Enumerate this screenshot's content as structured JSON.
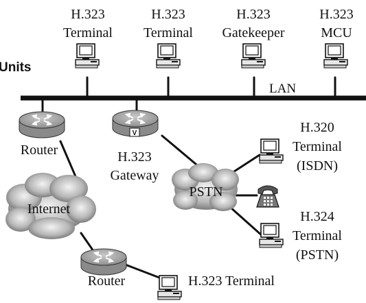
{
  "heading_fragment": "Units",
  "lan_label": "LAN",
  "devices": {
    "terminal_1": {
      "line1": "H.323",
      "line2": "Terminal",
      "icon": "computer-icon"
    },
    "terminal_2": {
      "line1": "H.323",
      "line2": "Terminal",
      "icon": "computer-icon"
    },
    "gatekeeper": {
      "line1": "H.323",
      "line2": "Gatekeeper",
      "icon": "computer-icon"
    },
    "mcu": {
      "line1": "H.323",
      "line2": "MCU",
      "icon": "computer-icon"
    },
    "router_top": {
      "label": "Router",
      "icon": "router-icon"
    },
    "gateway": {
      "line1": "H.323",
      "line2": "Gateway",
      "badge": "V",
      "icon": "router-icon"
    },
    "internet": {
      "label": "Internet",
      "icon": "cloud-icon"
    },
    "pstn": {
      "label": "PSTN",
      "icon": "cloud-icon"
    },
    "router_bottom": {
      "label": "Router",
      "icon": "router-icon"
    },
    "terminal_bottom": {
      "label": "H.323 Terminal",
      "icon": "computer-icon"
    },
    "h320": {
      "line1": "H.320",
      "line2": "Terminal",
      "line3": "(ISDN)",
      "icon": "computer-icon"
    },
    "phone": {
      "icon": "telephone-icon"
    },
    "h324": {
      "line1": "H.324",
      "line2": "Terminal",
      "line3": "(PSTN)",
      "icon": "computer-icon"
    }
  }
}
